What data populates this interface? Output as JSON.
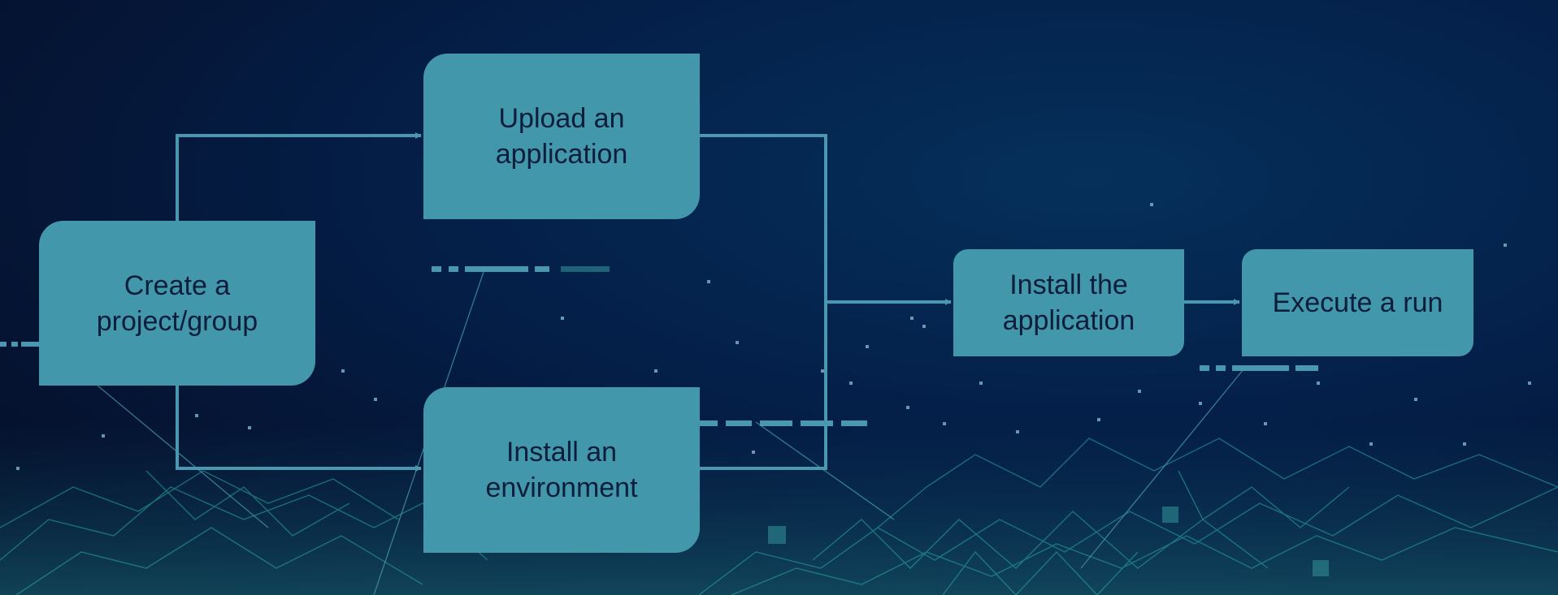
{
  "diagram": {
    "nodes": [
      {
        "id": "create",
        "label": "Create a\nproject/group"
      },
      {
        "id": "upload",
        "label": "Upload an\napplication"
      },
      {
        "id": "env",
        "label": "Install an\nenvironment"
      },
      {
        "id": "install",
        "label": "Install the\napplication"
      },
      {
        "id": "exec",
        "label": "Execute a run"
      }
    ],
    "edges": [
      {
        "from": "create",
        "to": "upload"
      },
      {
        "from": "create",
        "to": "env"
      },
      {
        "from": "upload",
        "to": "install"
      },
      {
        "from": "env",
        "to": "install"
      },
      {
        "from": "install",
        "to": "exec"
      }
    ]
  },
  "colors": {
    "node_fill": "#4397ab",
    "node_text": "#0c1e3c",
    "connector": "#4a98b0",
    "background": "#04204a",
    "network_mesh": "#2aa8a8"
  }
}
